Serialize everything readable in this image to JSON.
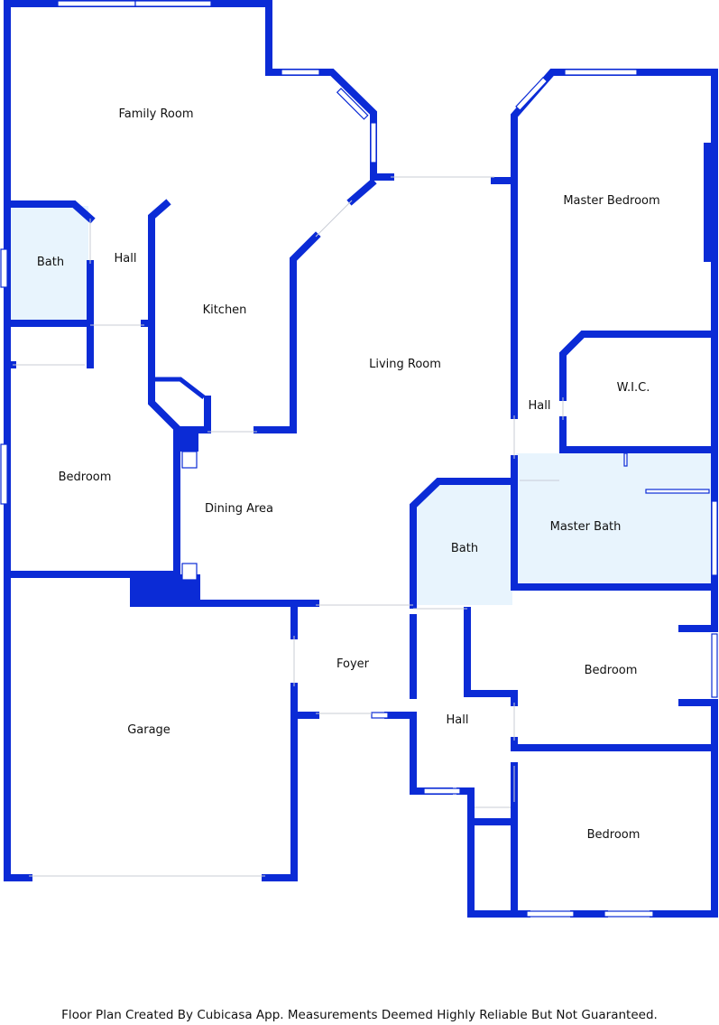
{
  "rooms": {
    "family_room": "Family Room",
    "bath_left": "Bath",
    "hall_left": "Hall",
    "kitchen": "Kitchen",
    "living_room": "Living Room",
    "master_bedroom": "Master Bedroom",
    "wic": "W.I.C.",
    "hall_master": "Hall",
    "bedroom_left": "Bedroom",
    "dining_area": "Dining Area",
    "bath_center": "Bath",
    "master_bath": "Master Bath",
    "foyer": "Foyer",
    "garage": "Garage",
    "hall_lower": "Hall",
    "bedroom_right_upper": "Bedroom",
    "bedroom_right_lower": "Bedroom"
  },
  "footer": {
    "text": "Floor Plan Created By Cubicasa App. Measurements Deemed Highly Reliable But Not Guaranteed."
  },
  "colors": {
    "wall": "#0b2bd6",
    "wet_area": "#e8f4fd"
  }
}
